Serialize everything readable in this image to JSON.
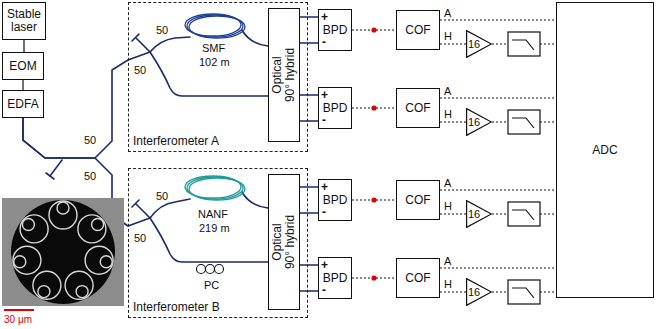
{
  "diagram": {
    "nodes": [
      {
        "text": [
          "Stable laser"
        ]
      },
      {
        "text": [
          "EOM"
        ]
      },
      {
        "text": [
          "EDFA"
        ]
      },
      {
        "text": [
          "Interferometer A"
        ]
      },
      {
        "text": [
          "Optical 90° hybrid"
        ],
        "in": 3
      },
      {
        "text": [
          "BPD"
        ]
      },
      {
        "text": [
          "COF"
        ]
      },
      {
        "text": [
          "16"
        ]
      },
      {
        "text": [
          "BPD"
        ]
      },
      {
        "text": [
          "COF"
        ]
      },
      {
        "text": [
          "16"
        ]
      },
      {
        "text": [
          "ADC"
        ]
      },
      {
        "text": [
          "Interferometer B"
        ]
      },
      {
        "text": [
          "Optical 90° hybrid"
        ],
        "in": 12
      },
      {
        "text": [
          "BPD"
        ]
      },
      {
        "text": [
          "COF"
        ]
      },
      {
        "text": [
          "16"
        ]
      },
      {
        "text": [
          "BPD"
        ]
      },
      {
        "text": [
          "COF"
        ]
      },
      {
        "text": [
          "16"
        ]
      }
    ],
    "edges": [
      {
        "from": 0,
        "to": 1,
        "arrow": "none"
      },
      {
        "from": 1,
        "to": 2,
        "arrow": "none"
      },
      {
        "from": 2,
        "to": 3,
        "arrow": "none"
      },
      {
        "from": 2,
        "to": 12,
        "arrow": "none"
      },
      {
        "from": 4,
        "to": 5,
        "arrow": "none"
      },
      {
        "from": 4,
        "to": 8,
        "arrow": "none"
      },
      {
        "from": 5,
        "to": 6,
        "arrow": "none"
      },
      {
        "from": 6,
        "to": 11,
        "arrow": "none"
      },
      {
        "from": 6,
        "to": 7,
        "arrow": "none"
      },
      {
        "from": 7,
        "to": 11,
        "arrow": "none"
      },
      {
        "from": 8,
        "to": 9,
        "arrow": "none"
      },
      {
        "from": 9,
        "to": 11,
        "arrow": "none"
      },
      {
        "from": 9,
        "to": 10,
        "arrow": "none"
      },
      {
        "from": 10,
        "to": 11,
        "arrow": "none"
      },
      {
        "from": 13,
        "to": 14,
        "arrow": "none"
      },
      {
        "from": 13,
        "to": 17,
        "arrow": "none"
      },
      {
        "from": 14,
        "to": 15,
        "arrow": "none"
      },
      {
        "from": 15,
        "to": 11,
        "arrow": "none"
      },
      {
        "from": 15,
        "to": 16,
        "arrow": "none"
      },
      {
        "from": 16,
        "to": 11,
        "arrow": "none"
      },
      {
        "from": 17,
        "to": 18,
        "arrow": "none"
      },
      {
        "from": 18,
        "to": 11,
        "arrow": "none"
      },
      {
        "from": 18,
        "to": 19,
        "arrow": "none"
      },
      {
        "from": 19,
        "to": 11,
        "arrow": "none"
      }
    ],
    "labels": [
      "50",
      "50",
      "SMF",
      "102 m",
      "+",
      "-",
      "A",
      "H",
      "+",
      "-",
      "A",
      "H",
      "50",
      "50",
      "50",
      "50",
      "NANF",
      "219 m",
      "PC",
      "+",
      "-",
      "A",
      "H",
      "+",
      "-",
      "A",
      "H",
      "30 μm"
    ]
  }
}
